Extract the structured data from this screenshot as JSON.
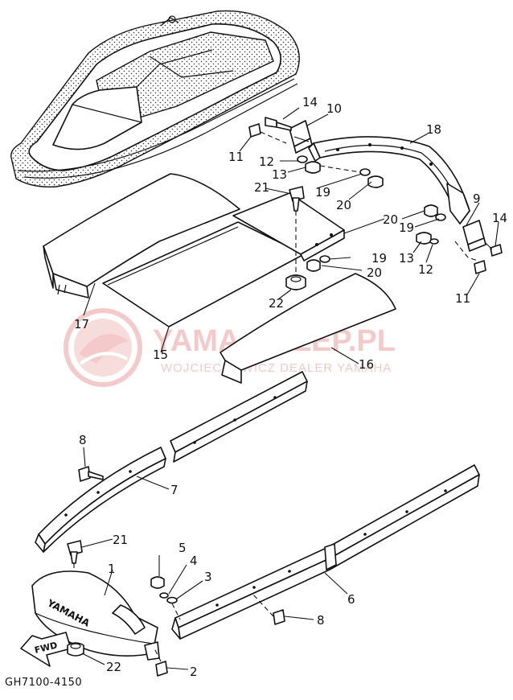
{
  "diagram": {
    "code": "GH7100-4150",
    "watermark": {
      "brand": "YAMA-SKLEP.PL",
      "dealer": "WOJCIECHOWICZ DEALER YAMAHA"
    },
    "hull_lettering": "YAMAHA",
    "badge": "FWD",
    "part_labels": [
      {
        "id": "l14a",
        "text": "14"
      },
      {
        "id": "l10",
        "text": "10"
      },
      {
        "id": "l11a",
        "text": "11"
      },
      {
        "id": "l12a",
        "text": "12"
      },
      {
        "id": "l13a",
        "text": "13"
      },
      {
        "id": "l18",
        "text": "18"
      },
      {
        "id": "l21a",
        "text": "21"
      },
      {
        "id": "l19a",
        "text": "19"
      },
      {
        "id": "l20a",
        "text": "20"
      },
      {
        "id": "l9",
        "text": "9"
      },
      {
        "id": "l20b",
        "text": "20"
      },
      {
        "id": "l19b",
        "text": "19"
      },
      {
        "id": "l14b",
        "text": "14"
      },
      {
        "id": "l13b",
        "text": "13"
      },
      {
        "id": "l12b",
        "text": "12"
      },
      {
        "id": "l19c",
        "text": "19"
      },
      {
        "id": "l20c",
        "text": "20"
      },
      {
        "id": "l11b",
        "text": "11"
      },
      {
        "id": "l22a",
        "text": "22"
      },
      {
        "id": "l17",
        "text": "17"
      },
      {
        "id": "l15",
        "text": "15"
      },
      {
        "id": "l16",
        "text": "16"
      },
      {
        "id": "l8a",
        "text": "8"
      },
      {
        "id": "l7",
        "text": "7"
      },
      {
        "id": "l21b",
        "text": "21"
      },
      {
        "id": "l5",
        "text": "5"
      },
      {
        "id": "l1",
        "text": "1"
      },
      {
        "id": "l4",
        "text": "4"
      },
      {
        "id": "l3",
        "text": "3"
      },
      {
        "id": "l6",
        "text": "6"
      },
      {
        "id": "l8b",
        "text": "8"
      },
      {
        "id": "l22b",
        "text": "22"
      },
      {
        "id": "l2",
        "text": "2"
      }
    ]
  }
}
